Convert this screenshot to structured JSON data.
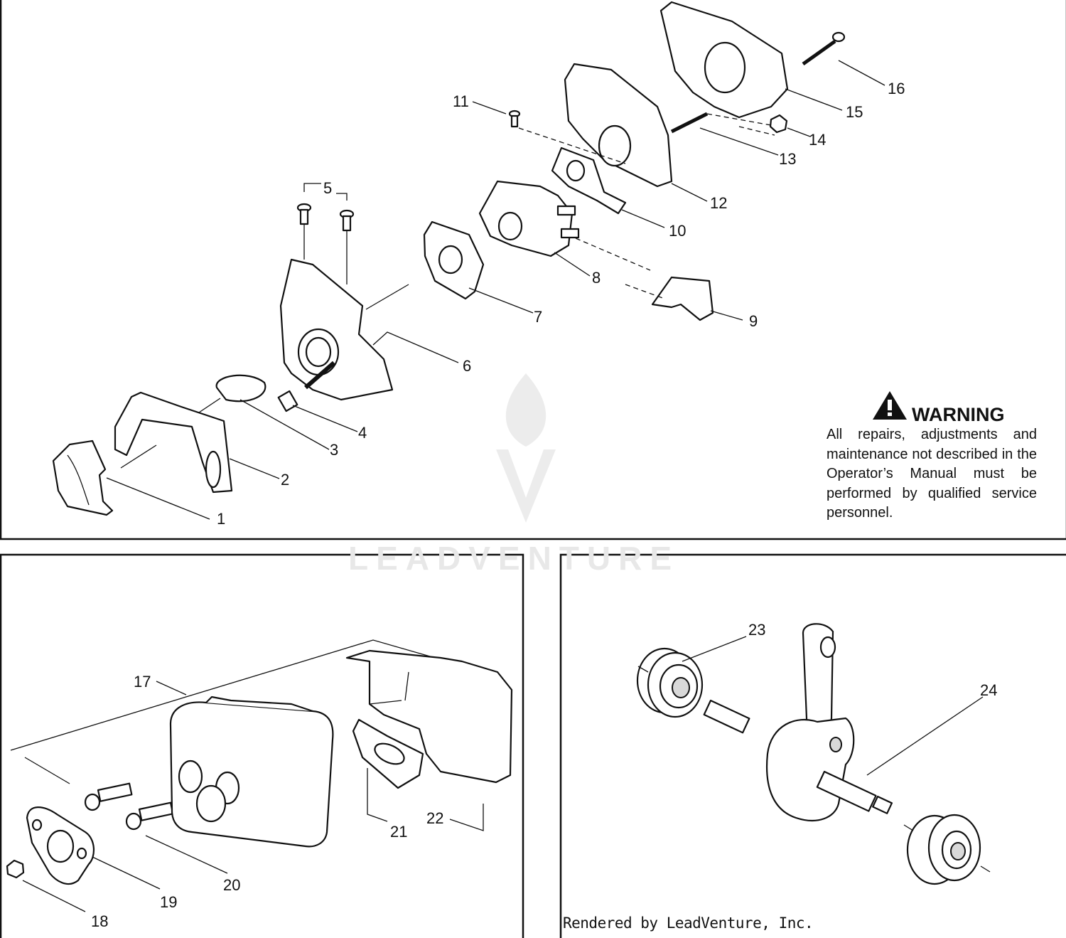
{
  "diagram": {
    "callouts": [
      "1",
      "2",
      "3",
      "4",
      "5",
      "6",
      "7",
      "8",
      "9",
      "10",
      "11",
      "12",
      "13",
      "14",
      "15",
      "16",
      "17",
      "18",
      "19",
      "20",
      "21",
      "22",
      "23",
      "24"
    ]
  },
  "warning": {
    "title": "WARNING",
    "text": "All repairs, adjustments and maintenance not described in the Operator’s Manual must be performed by qualified service personnel."
  },
  "watermark": {
    "brand": "LEADVENTURE"
  },
  "footer": {
    "credit": "Rendered by LeadVenture, Inc."
  }
}
